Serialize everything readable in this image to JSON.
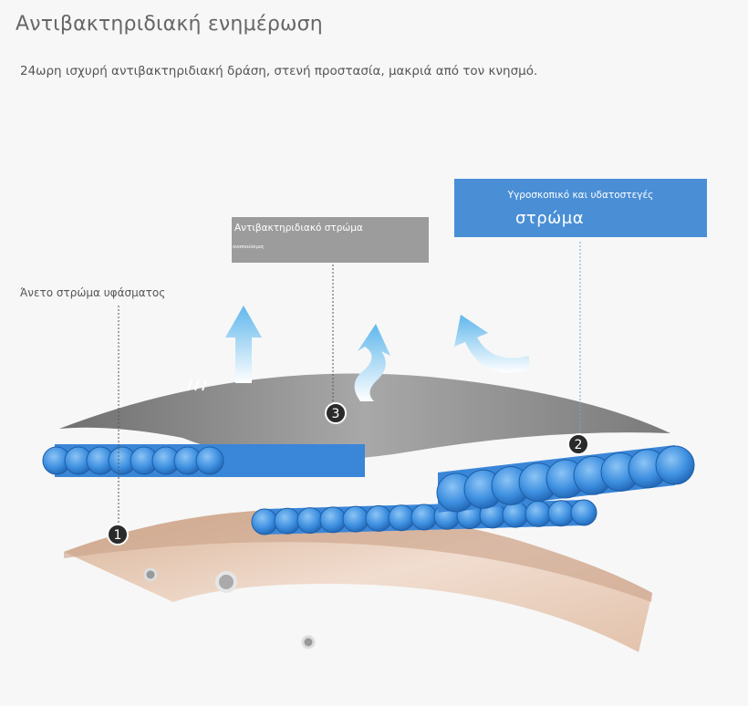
{
  "header": {
    "title": "Αντιβακτηριδιακή ενημέρωση",
    "subtitle": "24ωρη ισχυρή αντιβακτηριδιακή δράση, στενή προστασία, μακριά από τον κνησμό."
  },
  "callouts": {
    "antibacterial": {
      "title": "Αντιβακτηριδιακό στρώμα",
      "subtitle": "αναπνεύσιμος",
      "number": "3"
    },
    "moisture": {
      "title_line1": "Υγροσκοπικό και υδατοστεγές",
      "title_line2": "στρώμα",
      "number": "2"
    },
    "fabric": {
      "title": "Άνετο στρώμα υφάσματος",
      "number": "1"
    }
  },
  "colors": {
    "background": "#f7f7f7",
    "blue_box": "#4a8fd6",
    "gray_box": "#9c9c9c",
    "tube": "#3d8fe0",
    "sheet": "#8a8a8a",
    "fabric": "#e3c4ae"
  }
}
